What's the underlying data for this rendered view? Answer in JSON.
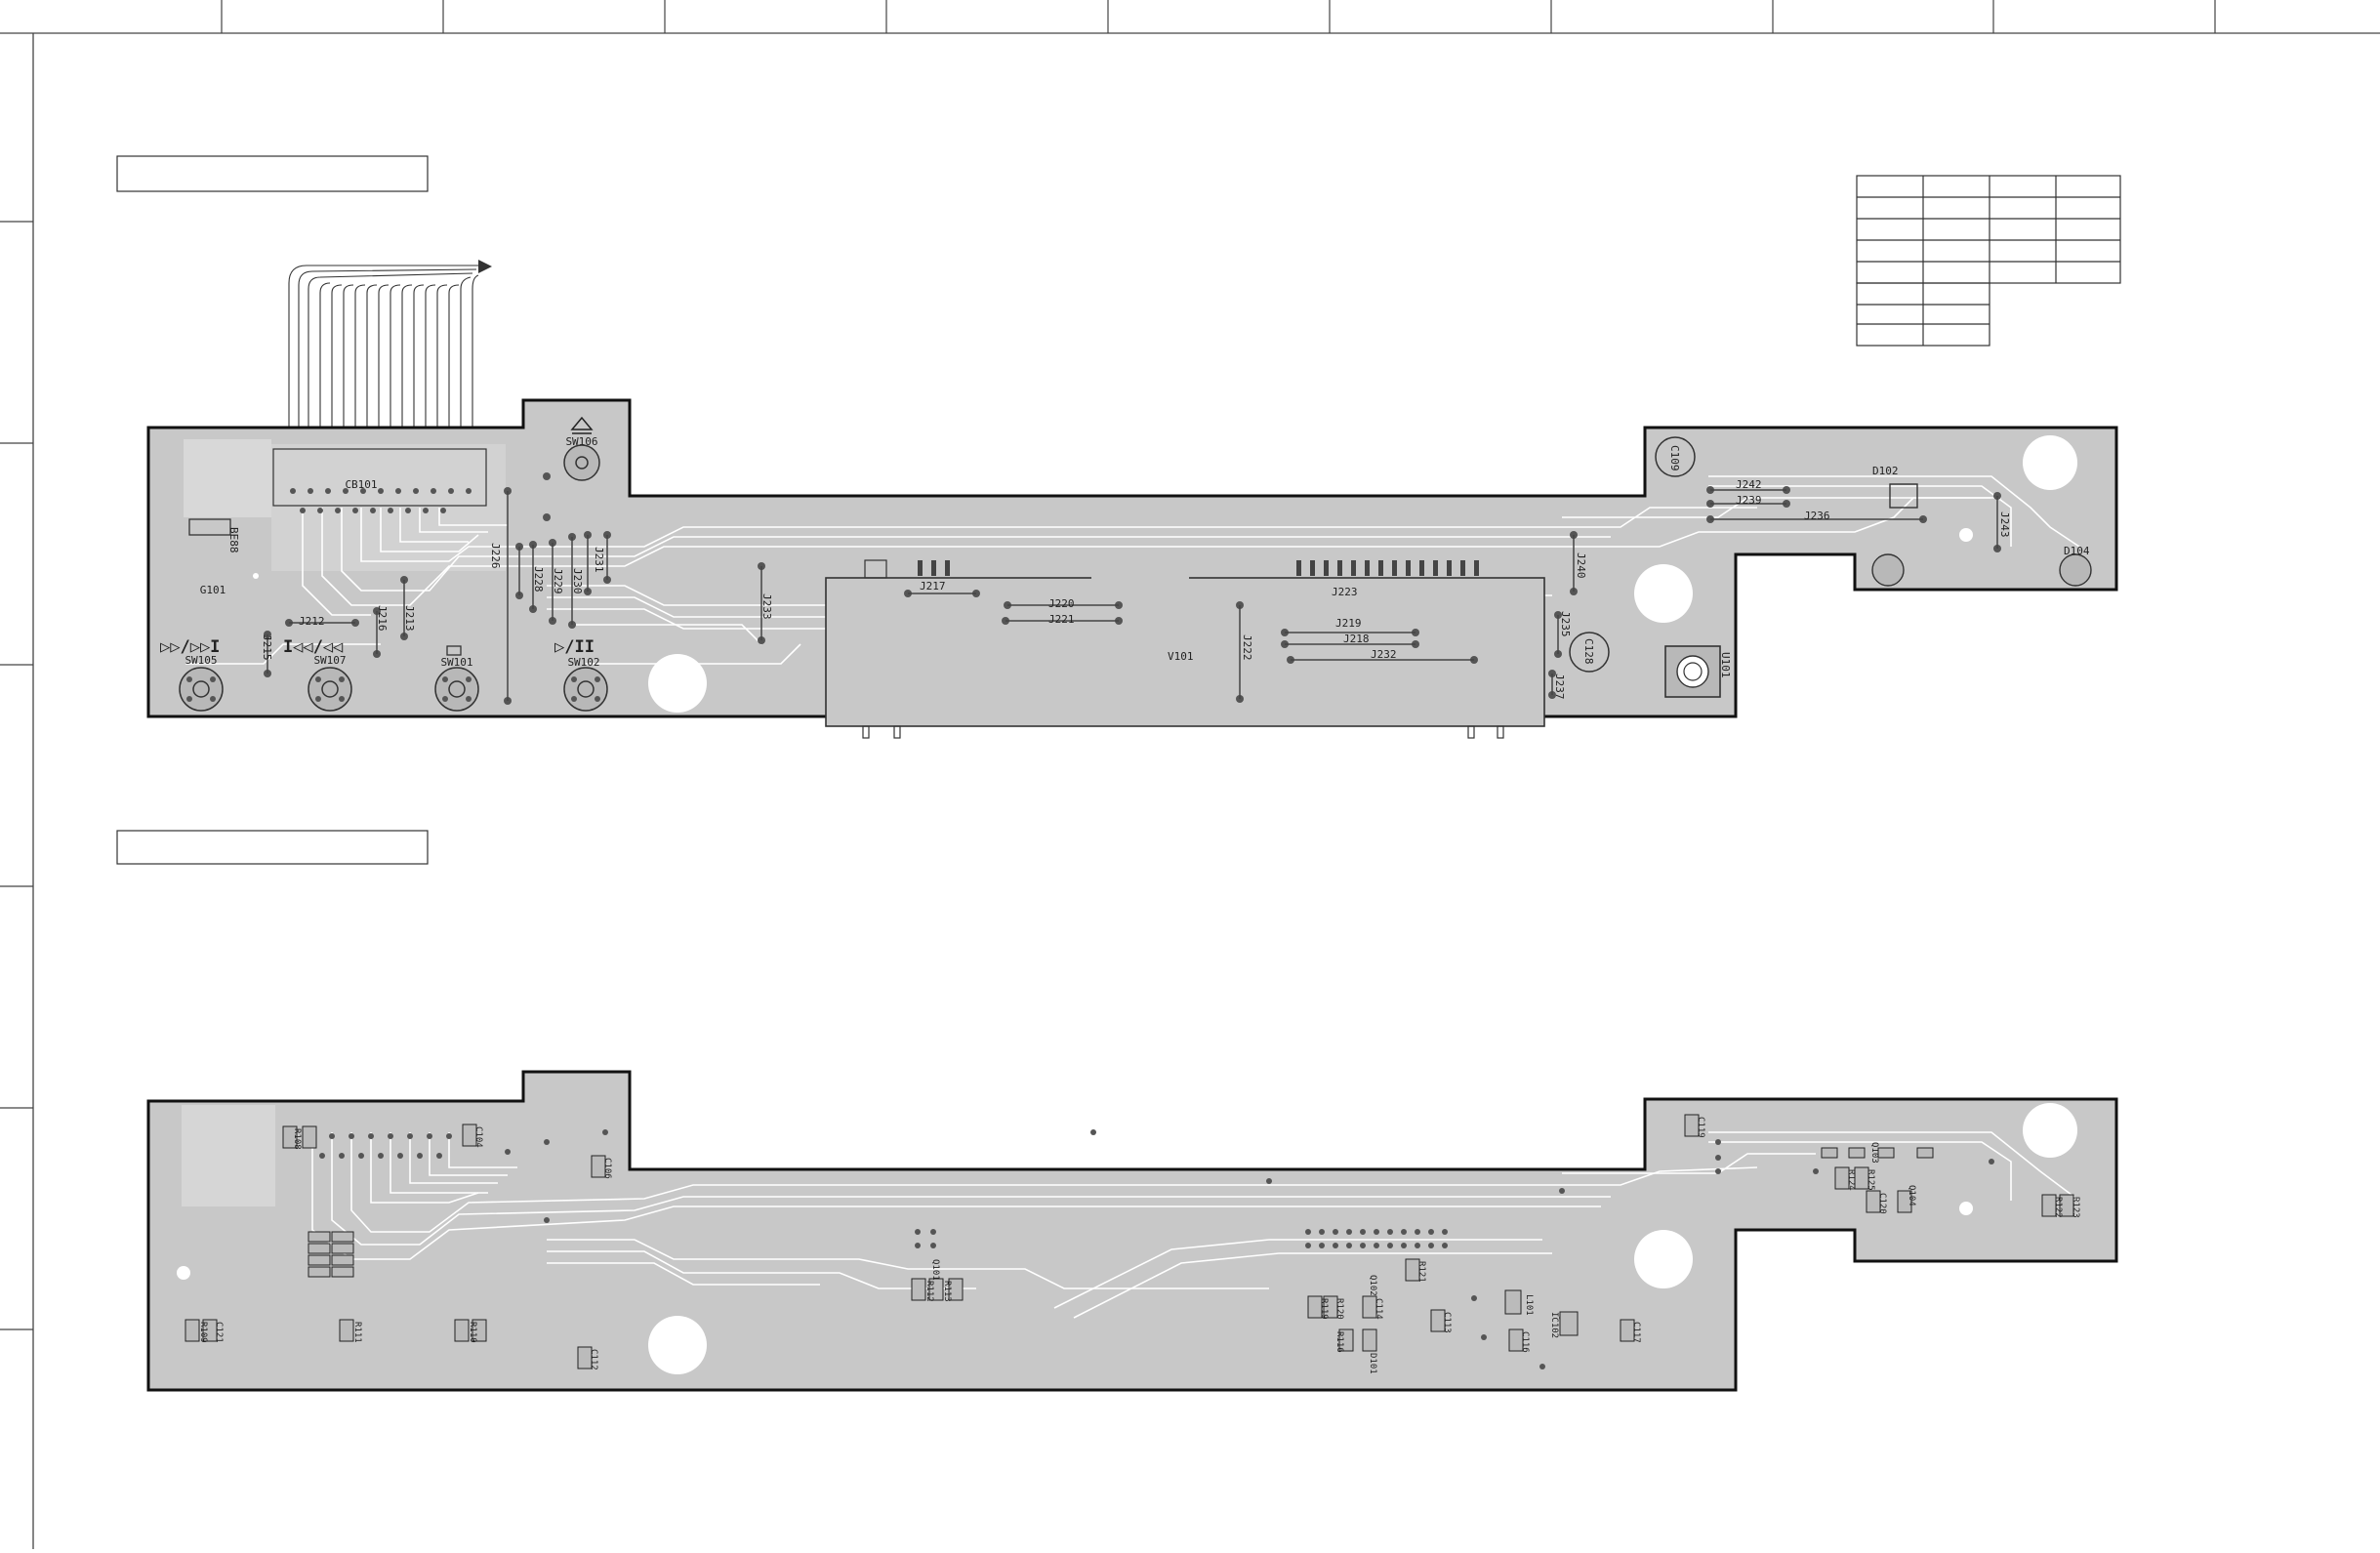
{
  "diagram": {
    "top_board": {
      "labels": {
        "cb101": "CB101",
        "sw106": "SW106",
        "sw105": "SW105",
        "sw107": "SW107",
        "sw101": "SW101",
        "sw102": "SW102",
        "g101": "G101",
        "beeper": "BE88",
        "j212": "J212",
        "j213": "J213",
        "j215": "J215",
        "j216": "J216",
        "j226": "J226",
        "j228": "J228",
        "j229": "J229",
        "j230": "J230",
        "j231": "J231",
        "j233": "J233",
        "j217": "J217",
        "j220": "J220",
        "j221": "J221",
        "j222": "J222",
        "j223": "J223",
        "j219": "J219",
        "j218": "J218",
        "j232": "J232",
        "j240": "J240",
        "j235": "J235",
        "j237": "J237",
        "j242": "J242",
        "j239": "J239",
        "j236": "J236",
        "j243": "J243",
        "v101": "V101",
        "c109": "C109",
        "c128": "C128",
        "u101": "U101",
        "d102": "D102",
        "d104": "D104"
      },
      "button_symbols": {
        "sw105": "▷▷/▷▷I",
        "sw107": "I◁◁/◁◁",
        "sw102": "▷/II",
        "sw106": "⏏"
      }
    },
    "bottom_board": {
      "labels": {
        "q101": "Q101",
        "q102": "Q102",
        "q103": "Q103",
        "q104": "Q104",
        "l101": "L101",
        "ic102": "IC102",
        "d101": "D101",
        "r108": "R108",
        "r109": "R109",
        "r110": "R110",
        "r111": "R111",
        "r112": "R112",
        "r113": "R113",
        "r116": "R116",
        "r119": "R119",
        "r120": "R120",
        "r121": "R121",
        "r122": "R122",
        "r123": "R123",
        "r124": "R124",
        "r125": "R125",
        "c104": "C104",
        "c106": "C106",
        "c112": "C112",
        "c113": "C113",
        "c114": "C114",
        "c116": "C116",
        "c117": "C117",
        "c119": "C119",
        "c120": "C120",
        "c121": "C121"
      }
    }
  }
}
